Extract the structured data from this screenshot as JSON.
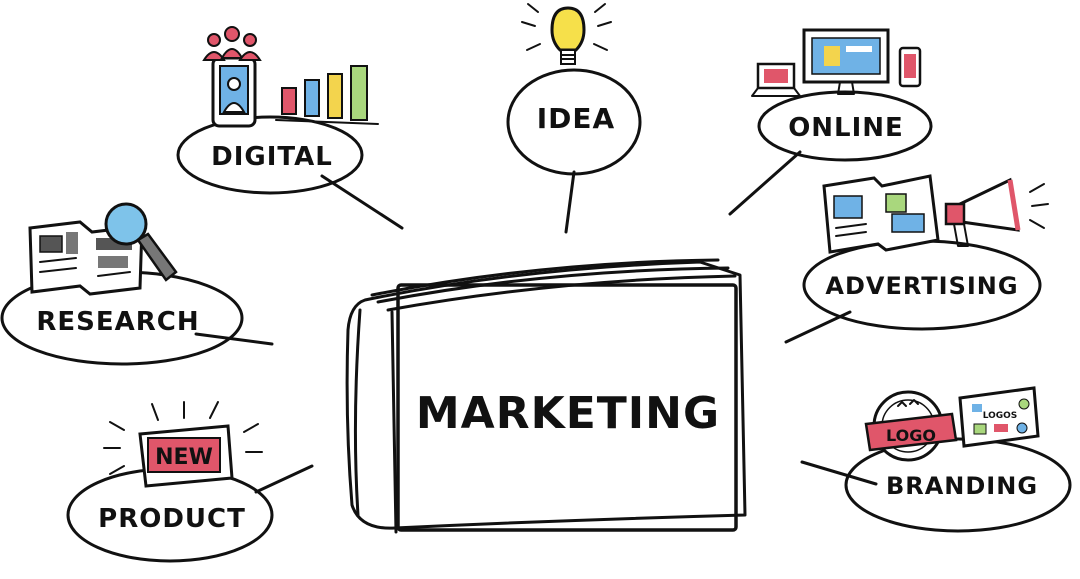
{
  "center": {
    "label": "MARKETING"
  },
  "nodes": {
    "digital": {
      "label": "DIGITAL"
    },
    "idea": {
      "label": "IDEA"
    },
    "online": {
      "label": "ONLINE"
    },
    "research": {
      "label": "RESEARCH"
    },
    "advertising": {
      "label": "ADVERTISING"
    },
    "product": {
      "label": "PRODUCT",
      "badge": "NEW"
    },
    "branding": {
      "label": "BRANDING",
      "badge": "LOGO",
      "sheet_label": "LOGOS"
    }
  },
  "colors": {
    "ink": "#111111",
    "bulb": "#f6e04a",
    "accent_red": "#e0566a",
    "screen_blue": "#7ec3ea",
    "soft_green": "#bfe6a8",
    "chart_colors": [
      "#e0566a",
      "#6fb2e6",
      "#f3d44d",
      "#a9d77d"
    ]
  }
}
